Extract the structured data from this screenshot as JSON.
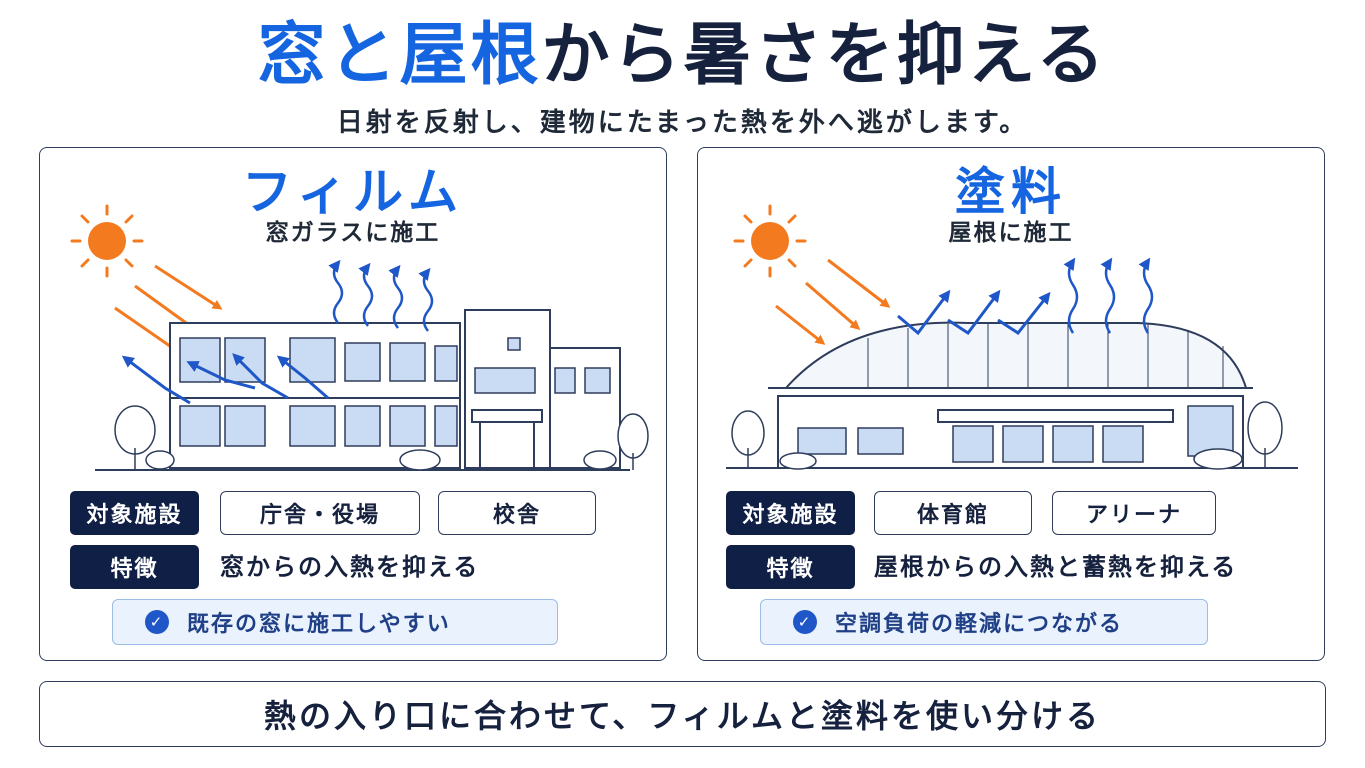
{
  "title": {
    "part1": "窓と屋根",
    "part2": "から暑さを抑える"
  },
  "subtitle": "日射を反射し、建物にたまった熱を外へ逃がします。",
  "panels": [
    {
      "title": "フィルム",
      "subtitle": "窓ガラスに施工",
      "target_label": "対象施設",
      "targets": [
        "庁舎・役場",
        "校舎"
      ],
      "feature_label": "特徴",
      "feature": "窓からの入熱を抑える",
      "benefit": "既存の窓に施工しやすい",
      "benefit_icon": "check-circle-icon"
    },
    {
      "title": "塗料",
      "subtitle": "屋根に施工",
      "target_label": "対象施設",
      "targets": [
        "体育館",
        "アリーナ"
      ],
      "feature_label": "特徴",
      "feature": "屋根からの入熱と蓄熱を抑える",
      "benefit": "空調負荷の軽減につながる",
      "benefit_icon": "check-circle-icon"
    }
  ],
  "conclusion": "熱の入り口に合わせて、フィルムと塗料を使い分ける",
  "colors": {
    "accent_blue": "#1565e0",
    "navy": "#0f1f45",
    "sun_orange": "#f47a1f",
    "benefit_bg": "#eaf2fd"
  }
}
